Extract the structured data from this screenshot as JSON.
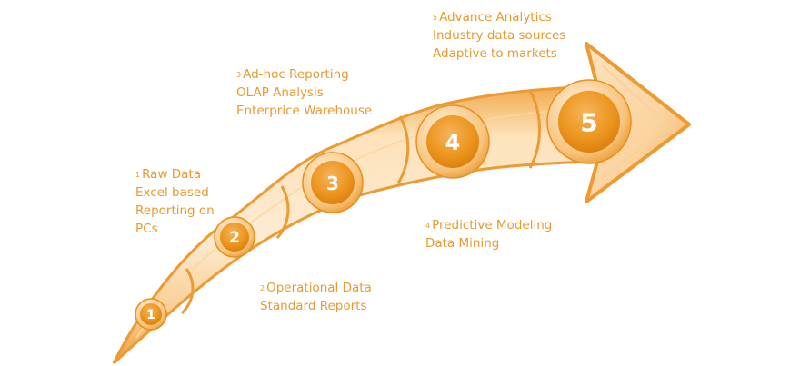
{
  "colors": {
    "band_light": "#fde6c4",
    "band_mid": "#f7c27a",
    "band_edge": "#f0a040",
    "circle_outer": "#fbd9a5",
    "circle_inner": "#e9901f",
    "label": "#e89a2e"
  },
  "steps": [
    {
      "number": "1",
      "lines": [
        "Raw Data",
        "Excel based",
        "Reporting on",
        "PCs"
      ]
    },
    {
      "number": "2",
      "lines": [
        "Operational Data",
        "Standard Reports"
      ]
    },
    {
      "number": "3",
      "lines": [
        "Ad-hoc Reporting",
        "OLAP Analysis",
        "Enterprice Warehouse"
      ]
    },
    {
      "number": "4",
      "lines": [
        "Predictive Modeling",
        "Data Mining"
      ]
    },
    {
      "number": "5",
      "lines": [
        "Advance Analytics",
        "Industry data sources",
        "Adaptive to markets"
      ]
    }
  ]
}
